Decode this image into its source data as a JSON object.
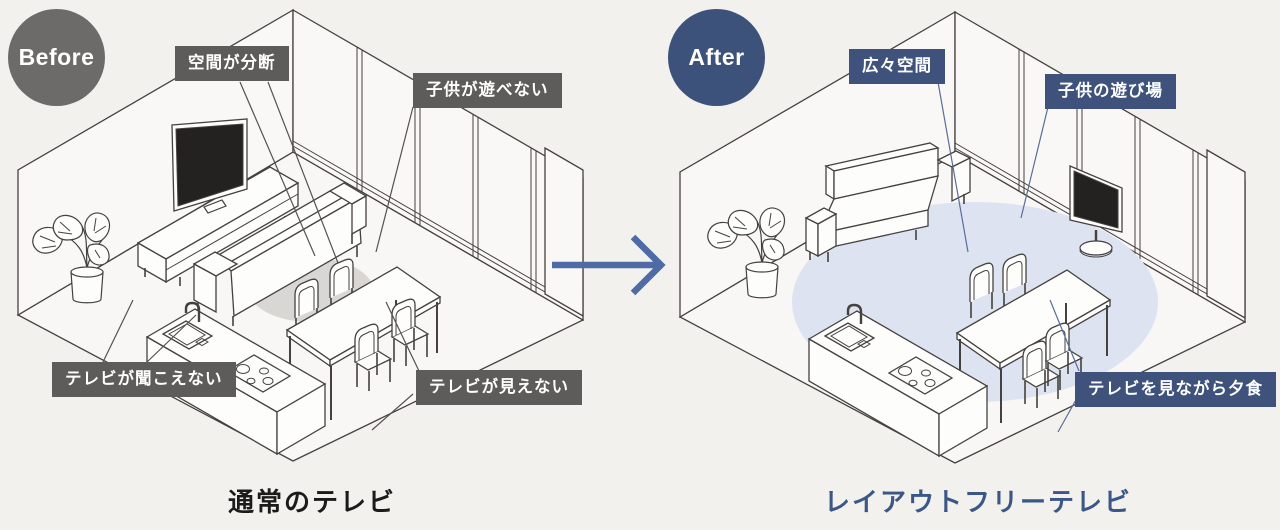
{
  "page": {
    "background_color": "#f2f1ee",
    "description": "Before/after isometric room layout comparison for TV placement"
  },
  "before": {
    "badge": "Before",
    "title": "通常のテレビ",
    "callouts": [
      "空間が分断",
      "子供が遊べない",
      "テレビが聞こえない",
      "テレビが見えない"
    ],
    "colors": {
      "badge_bg": "#6d6b69",
      "callout_bg": "#5d5c5a",
      "title_text": "#1c1b1a",
      "leader_line": "#55524f",
      "blocked_zone": "#d9d7d4"
    },
    "scene_items": [
      "tv-on-low-board",
      "sofa",
      "dining-table",
      "four-chairs",
      "kitchen-counter-with-sink-and-stove",
      "monstera-plant",
      "window-wall"
    ]
  },
  "after": {
    "badge": "After",
    "title": "レイアウトフリーテレビ",
    "callouts": [
      "広々空間",
      "子供の遊び場",
      "テレビを見ながら夕食"
    ],
    "colors": {
      "badge_bg": "#3d527b",
      "callout_bg": "#3e527b",
      "title_text": "#3b5787",
      "leader_line": "#5a6d96",
      "open_zone": "#dde3f1"
    },
    "scene_items": [
      "tv-on-pedestal-stand",
      "sofa",
      "dining-table",
      "four-chairs",
      "kitchen-counter-with-sink-and-stove",
      "monstera-plant",
      "window-wall"
    ]
  },
  "arrow": {
    "icon": "arrow-right-icon",
    "color": "#4e6ba6"
  },
  "scene": {
    "line_color": "#45413e",
    "wall_fill": "#f9f8f6",
    "furniture_fill": "#fdfdfc"
  }
}
